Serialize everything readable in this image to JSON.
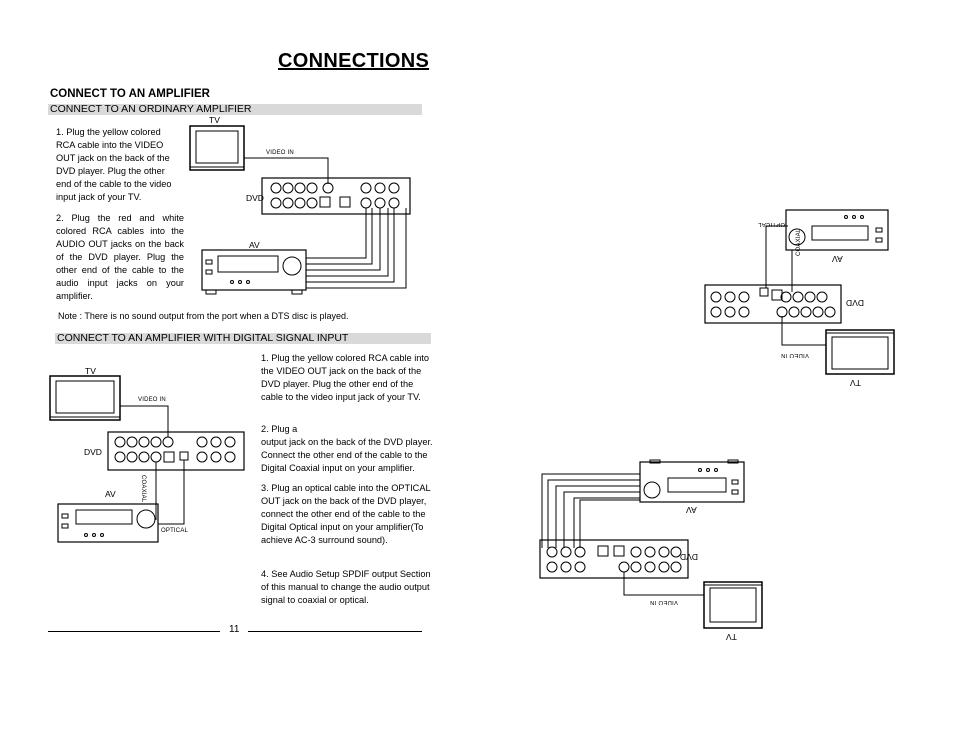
{
  "page": {
    "title": "CONNECTIONS",
    "heading": "CONNECT TO AN AMPLIFIER",
    "page_number": "11"
  },
  "section1": {
    "bar": "CONNECT TO AN ORDINARY AMPLIFIER",
    "step1": "1.  Plug the yellow colored RCA cable into the VIDEO OUT jack on the back of the DVD player.  Plug the other end of the cable to the video input jack of your TV.",
    "step2": "2.   Plug the red and white colored RCA cables into the AUDIO OUT jacks on the back of the DVD player.   Plug the other end of the cable to the audio input jacks on your amplifier.",
    "note": "Note : There is no sound output from the port when a DTS disc is played.",
    "labels": {
      "tv": "TV",
      "video_in": "VIDEO IN",
      "dvd": "DVD",
      "av": "AV"
    }
  },
  "section2": {
    "bar": "CONNECT TO AN AMPLIFIER WITH DIGITAL SIGNAL INPUT",
    "step1": "1.  Plug the yellow colored RCA cable into the VIDEO OUT jack on the back of the DVD player.  Plug the other end of the cable to the video input jack of your TV.",
    "step2_line1": "2.  Plug a",
    "step2_rest": "output jack on the back of the DVD player. Connect the other end of the cable to the Digital Coaxial  input on your amplifier.",
    "step3": "3. Plug an optical cable into the OPTICAL OUT jack on the back of the DVD player, connect the other end of the cable to the Digital Optical input on your amplifier(To achieve AC-3 surround sound).",
    "step4": "4. See Audio Setup SPDIF output Section of this manual to change the audio output signal to coaxial or optical.",
    "labels": {
      "tv": "TV",
      "video_in": "VIDEO IN",
      "dvd": "DVD",
      "av": "AV",
      "coaxial": "COAXIAL",
      "optical": "OPTICAL"
    }
  },
  "mirrored_top": {
    "labels": {
      "optical": "OPTICAL",
      "av": "AV",
      "coaxial": "COAXIAL",
      "dvd": "DVD",
      "video_in": "VIDEO IN",
      "tv": "TV"
    }
  },
  "mirrored_bottom": {
    "labels": {
      "av": "AV",
      "dvd": "DVD",
      "video_in": "VIDEO IN",
      "tv": "TV"
    }
  }
}
